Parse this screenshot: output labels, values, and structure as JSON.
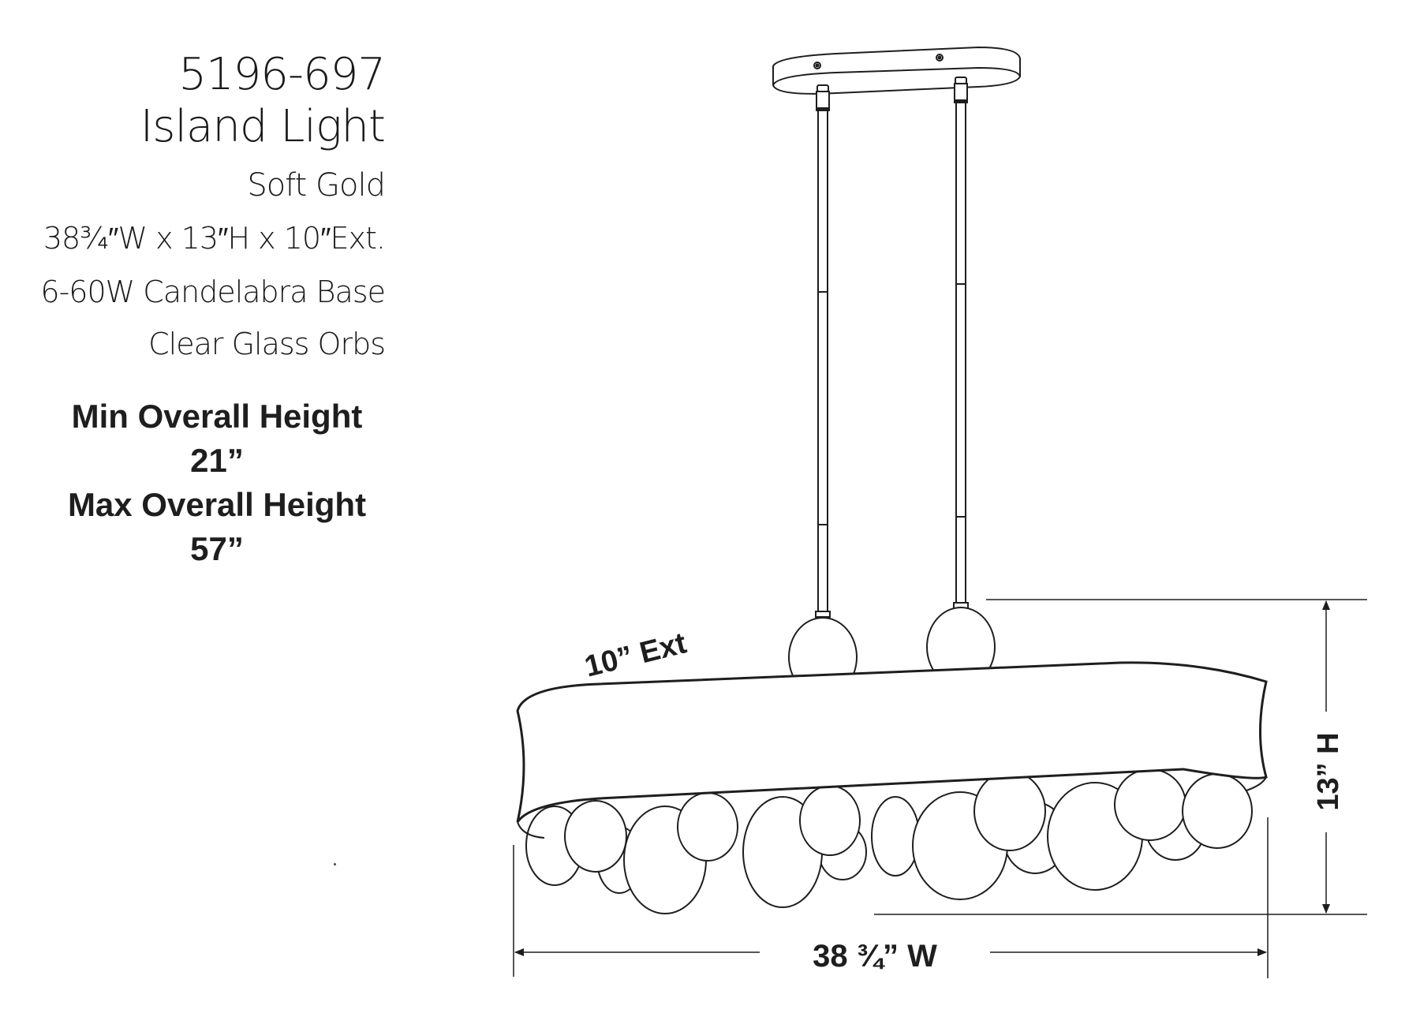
{
  "specs": {
    "model_number": "5196-697",
    "product_type": "Island Light",
    "finish": "Soft Gold",
    "dimensions": "38¾″W x 13″H x 10″Ext.",
    "bulbs": "6-60W Candelabra Base",
    "glass": "Clear Glass Orbs"
  },
  "overall_height": {
    "min_label": "Min Overall Height",
    "min_value": "21”",
    "max_label": "Max Overall Height",
    "max_value": "57”"
  },
  "drawing": {
    "extension_label": "10” Ext",
    "height_label": "13” H",
    "width_label": "38 ¾” W",
    "line_color": "#1e1e1e",
    "background_color": "#ffffff"
  }
}
